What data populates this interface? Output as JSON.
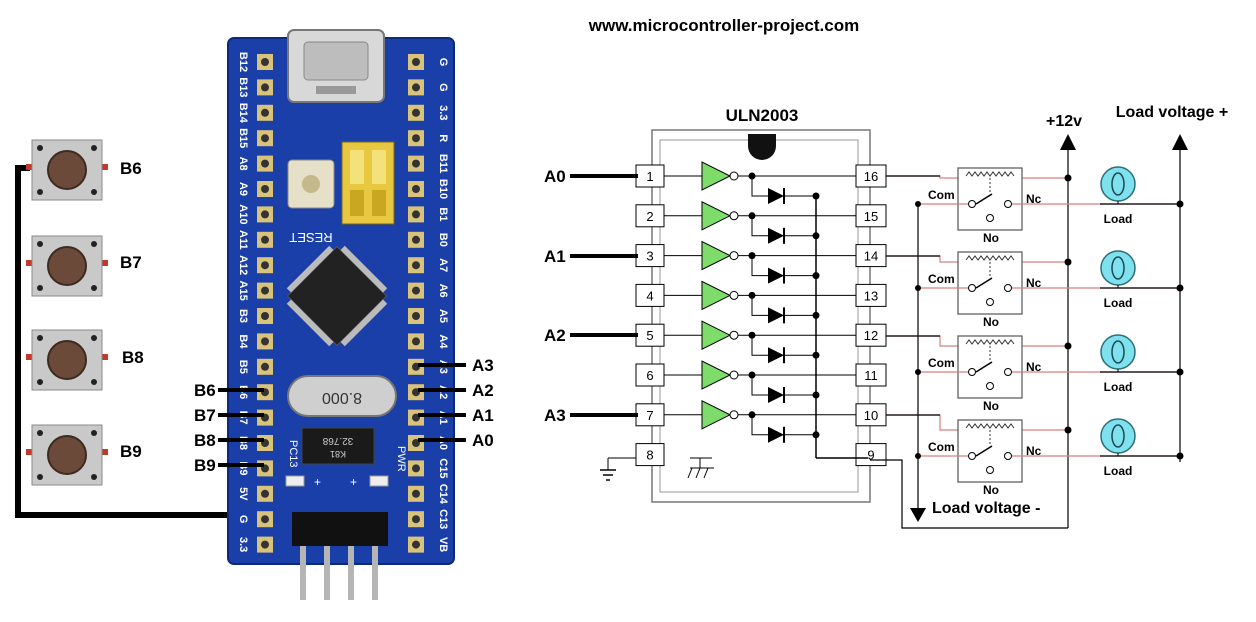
{
  "header": {
    "url": "www.microcontroller-project.com"
  },
  "buttons": [
    {
      "label": "B6"
    },
    {
      "label": "B7"
    },
    {
      "label": "B8"
    },
    {
      "label": "B9"
    }
  ],
  "board": {
    "left_header_labels": [
      "B12",
      "B13",
      "B14",
      "B15",
      "A8",
      "A9",
      "A10",
      "A11",
      "A12",
      "A15",
      "B3",
      "B4",
      "B5",
      "B6",
      "B7",
      "B8",
      "B9",
      "5V",
      "G",
      "3.3"
    ],
    "right_header_labels": [
      "G",
      "G",
      "3.3",
      "R",
      "B11",
      "B10",
      "B1",
      "B0",
      "A7",
      "A6",
      "A5",
      "A4",
      "A3",
      "A2",
      "A1",
      "A0",
      "C15",
      "C14",
      "C13",
      "VB"
    ],
    "reset_label": "RESET",
    "crystal_label": "8.000",
    "regulator_label": "32.768",
    "regulator_sub": "K81",
    "pc13_label": "PC13",
    "pwr_label": "PWR",
    "plus": "+",
    "left_pin_callouts": [
      "B6",
      "B7",
      "B8",
      "B9"
    ],
    "right_pin_callouts": [
      "A3",
      "A2",
      "A1",
      "A0"
    ]
  },
  "uln": {
    "title": "ULN2003",
    "left_pins": [
      "1",
      "2",
      "3",
      "4",
      "5",
      "6",
      "7",
      "8"
    ],
    "right_pins": [
      "16",
      "15",
      "14",
      "13",
      "12",
      "11",
      "10",
      "9"
    ],
    "inputs": [
      {
        "label": "A0"
      },
      {
        "label": "A1"
      },
      {
        "label": "A2"
      },
      {
        "label": "A3"
      }
    ]
  },
  "relays": [
    {
      "com": "Com",
      "nc": "Nc",
      "no": "No",
      "load": "Load"
    },
    {
      "com": "Com",
      "nc": "Nc",
      "no": "No",
      "load": "Load"
    },
    {
      "com": "Com",
      "nc": "Nc",
      "no": "No",
      "load": "Load"
    },
    {
      "com": "Com",
      "nc": "Nc",
      "no": "No",
      "load": "Load"
    }
  ],
  "power": {
    "plus12": "+12v",
    "load_plus": "Load voltage +",
    "load_minus": "Load voltage -"
  },
  "colors": {
    "board_blue": "#1a3fa8",
    "board_dark": "#0d2a7a",
    "buffer_green": "#7ddc6a",
    "bulb_cyan": "#7fe0ee",
    "button_brown": "#6b4a3a",
    "pin_red": "#c0392b",
    "relay_wire_red": "#d88080"
  }
}
